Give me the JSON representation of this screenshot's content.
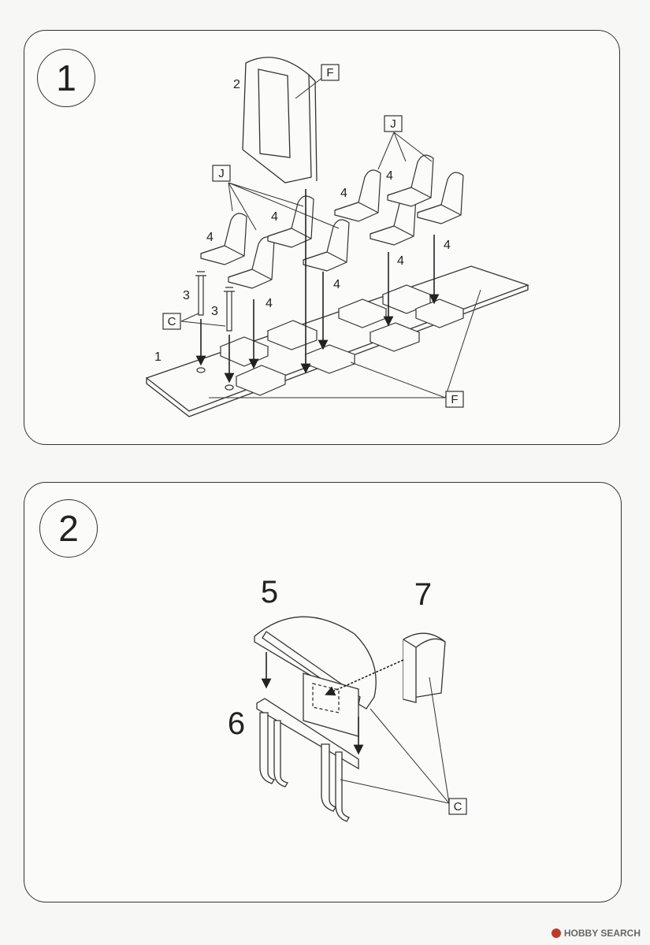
{
  "step1": {
    "number": "1",
    "labels": {
      "part_f_top": "F",
      "part_f_bottom": "F",
      "part_j_left": "J",
      "part_j_right": "J",
      "part_c": "C",
      "num_1": "1",
      "num_2": "2",
      "num_3a": "3",
      "num_3b": "3",
      "num_4": "4"
    }
  },
  "step2": {
    "number": "2",
    "labels": {
      "num_5": "5",
      "num_6": "6",
      "num_7": "7",
      "part_c": "C"
    }
  },
  "watermark": {
    "text": "HOBBY SEARCH"
  }
}
